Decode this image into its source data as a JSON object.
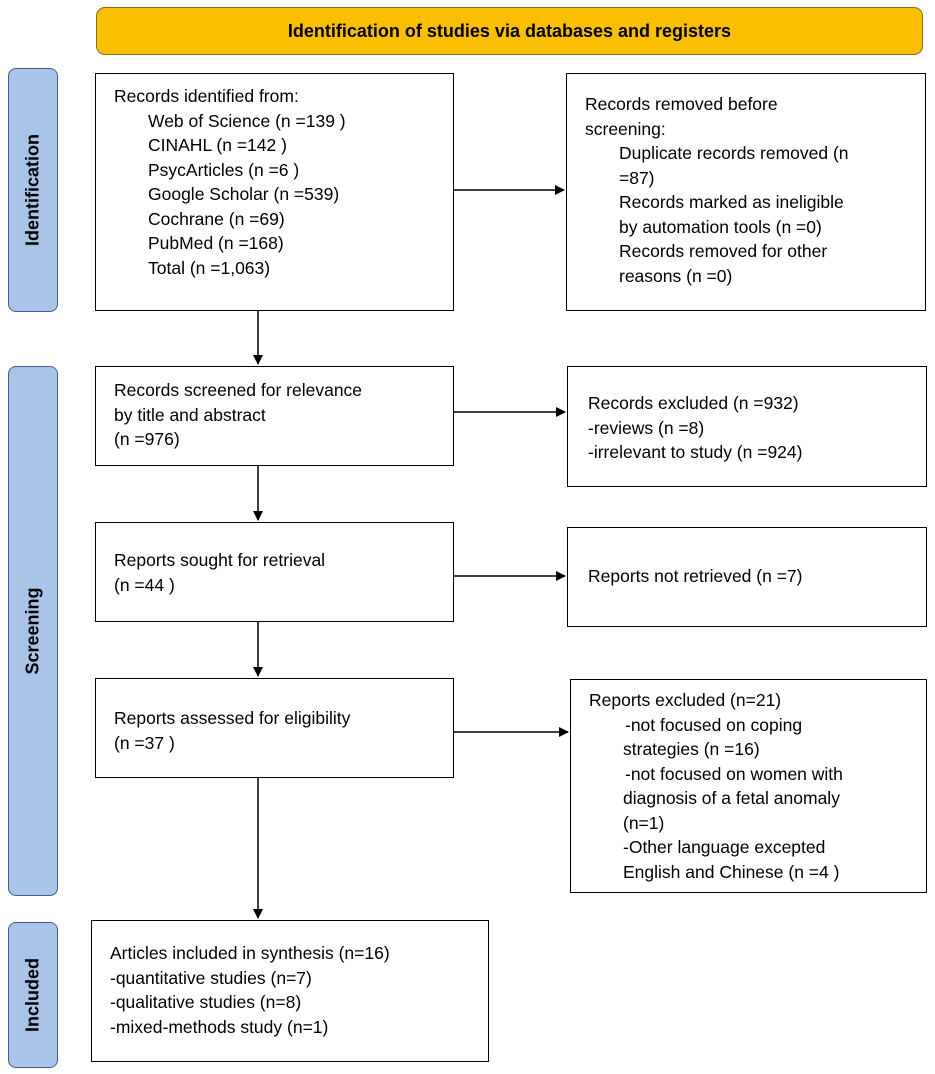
{
  "header": {
    "title": "Identification of studies via databases and registers"
  },
  "phases": {
    "identification": "Identification",
    "screening": "Screening",
    "included": "Included"
  },
  "boxes": {
    "records_identified": {
      "title": "Records identified from:",
      "items": [
        "Web of Science (n =139 )",
        "CINAHL (n =142 )",
        "PsycArticles (n =6 )",
        "Google Scholar (n =539)",
        "Cochrane (n =69)",
        "PubMed (n =168)",
        "Total (n =1,063)"
      ]
    },
    "records_removed": {
      "title_lines": [
        "Records removed before",
        "screening:"
      ],
      "items": [
        "Duplicate records removed (n",
        "=87)",
        "Records marked as ineligible",
        "by automation tools (n =0)",
        "Records removed for other",
        "reasons (n =0)"
      ]
    },
    "records_screened": {
      "lines": [
        "Records screened for relevance",
        "by title and abstract",
        "(n =976)"
      ]
    },
    "records_excluded": {
      "lines": [
        "Records excluded (n =932)",
        "-reviews (n =8)",
        "-irrelevant to study (n =924)"
      ]
    },
    "reports_sought": {
      "lines": [
        "Reports sought for retrieval",
        "(n =44 )"
      ]
    },
    "reports_not_retrieved": {
      "lines": [
        "Reports not retrieved (n =7)"
      ]
    },
    "reports_assessed": {
      "lines": [
        "Reports assessed for eligibility",
        "(n =37 )"
      ]
    },
    "reports_excluded": {
      "title": "Reports excluded (n=21)",
      "items": [
        "-not focused on coping",
        "strategies (n =16)",
        "-not focused on women with",
        "diagnosis of a fetal anomaly",
        "(n=1)",
        "-Other language excepted",
        "English and Chinese (n =4 )"
      ]
    },
    "articles_included": {
      "lines": [
        "Articles included in synthesis (n=16)",
        "-quantitative studies (n=7)",
        "-qualitative studies (n=8)",
        "-mixed-methods study (n=1)"
      ]
    }
  }
}
